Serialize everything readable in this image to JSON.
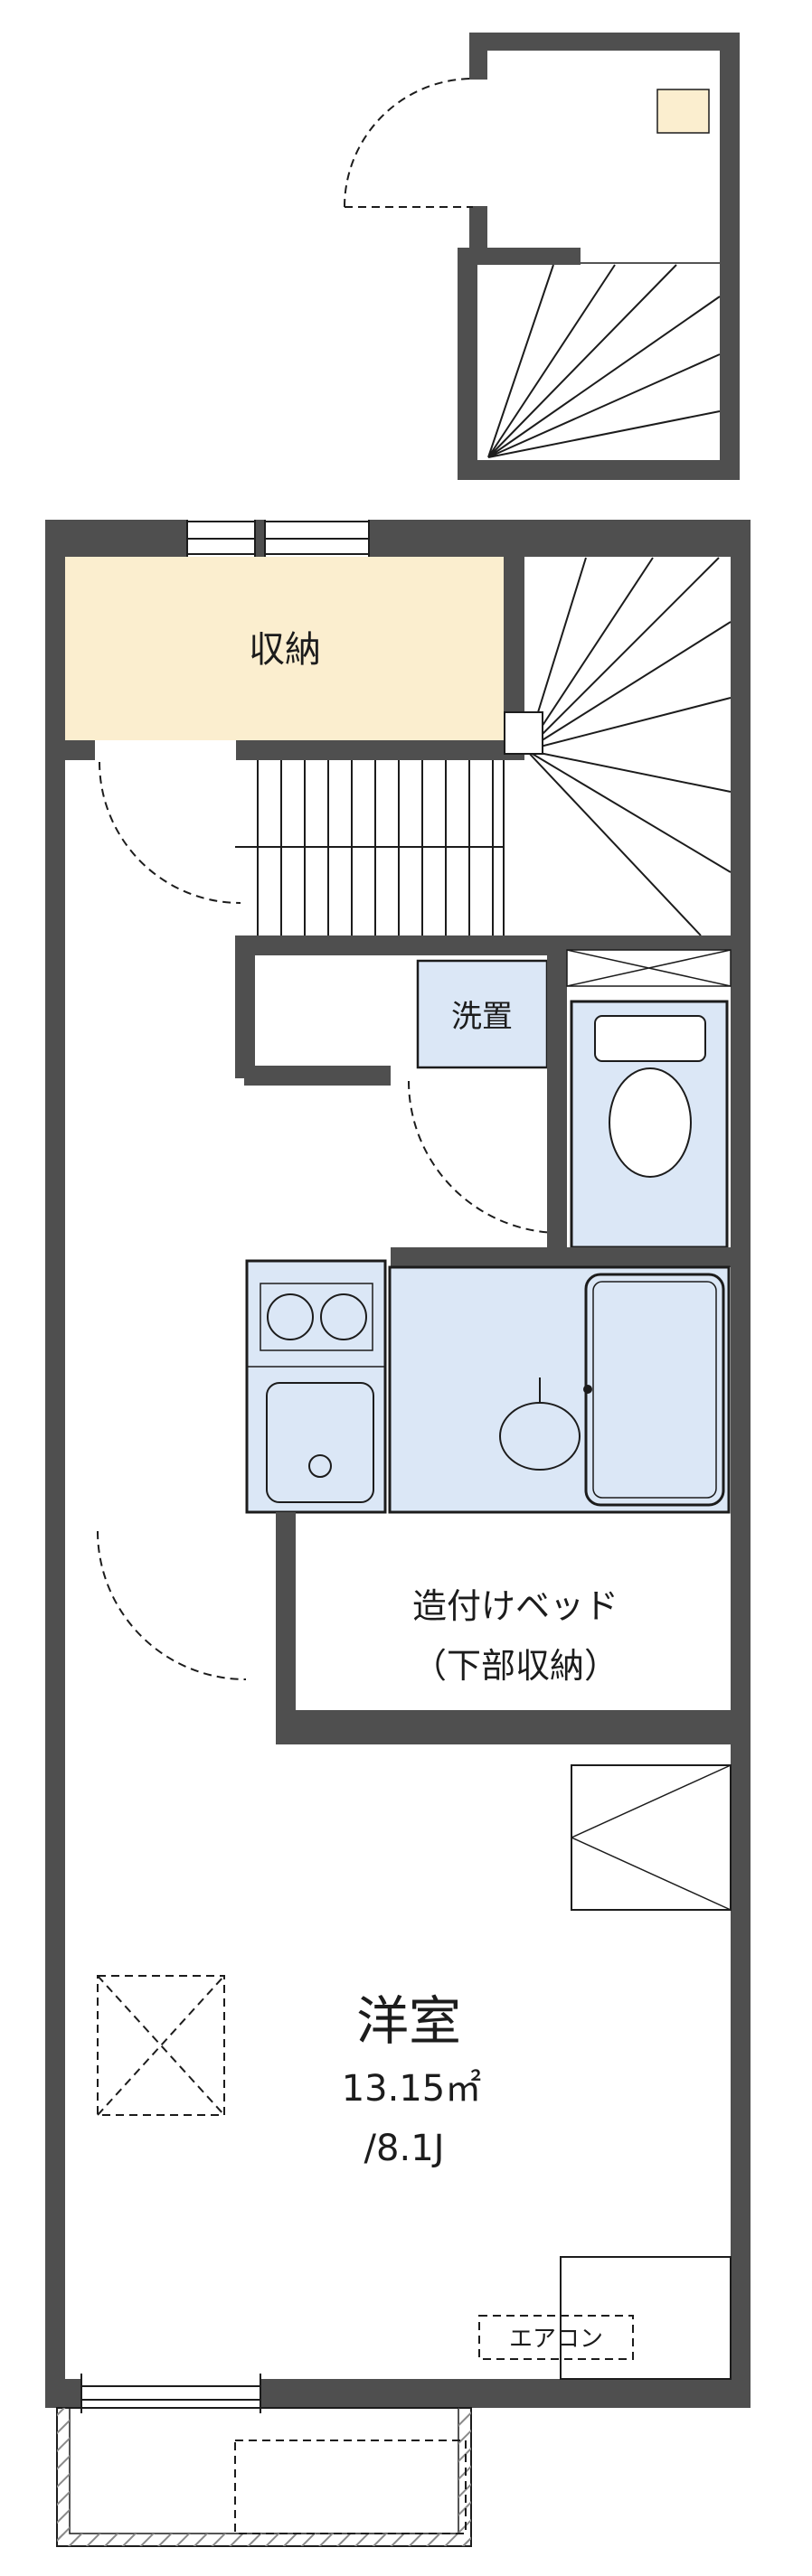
{
  "colors": {
    "wall": "#4f4f4f",
    "line": "#1c1c1c",
    "water_fill": "#dbe7f6",
    "storage_fill": "#fbeecf",
    "text": "#1c1c1c",
    "hatch": "#8a8a8a"
  },
  "floorplan": {
    "storage": {
      "label": "収納"
    },
    "laundry": {
      "label": "洗置"
    },
    "built_in_bed": {
      "line1": "造付けベッド",
      "line2": "（下部収納）"
    },
    "western_room": {
      "name": "洋室",
      "area_sqm": "13.15㎡",
      "area_tatami": "/8.1J"
    },
    "aircon": {
      "label": "エアコン"
    }
  }
}
